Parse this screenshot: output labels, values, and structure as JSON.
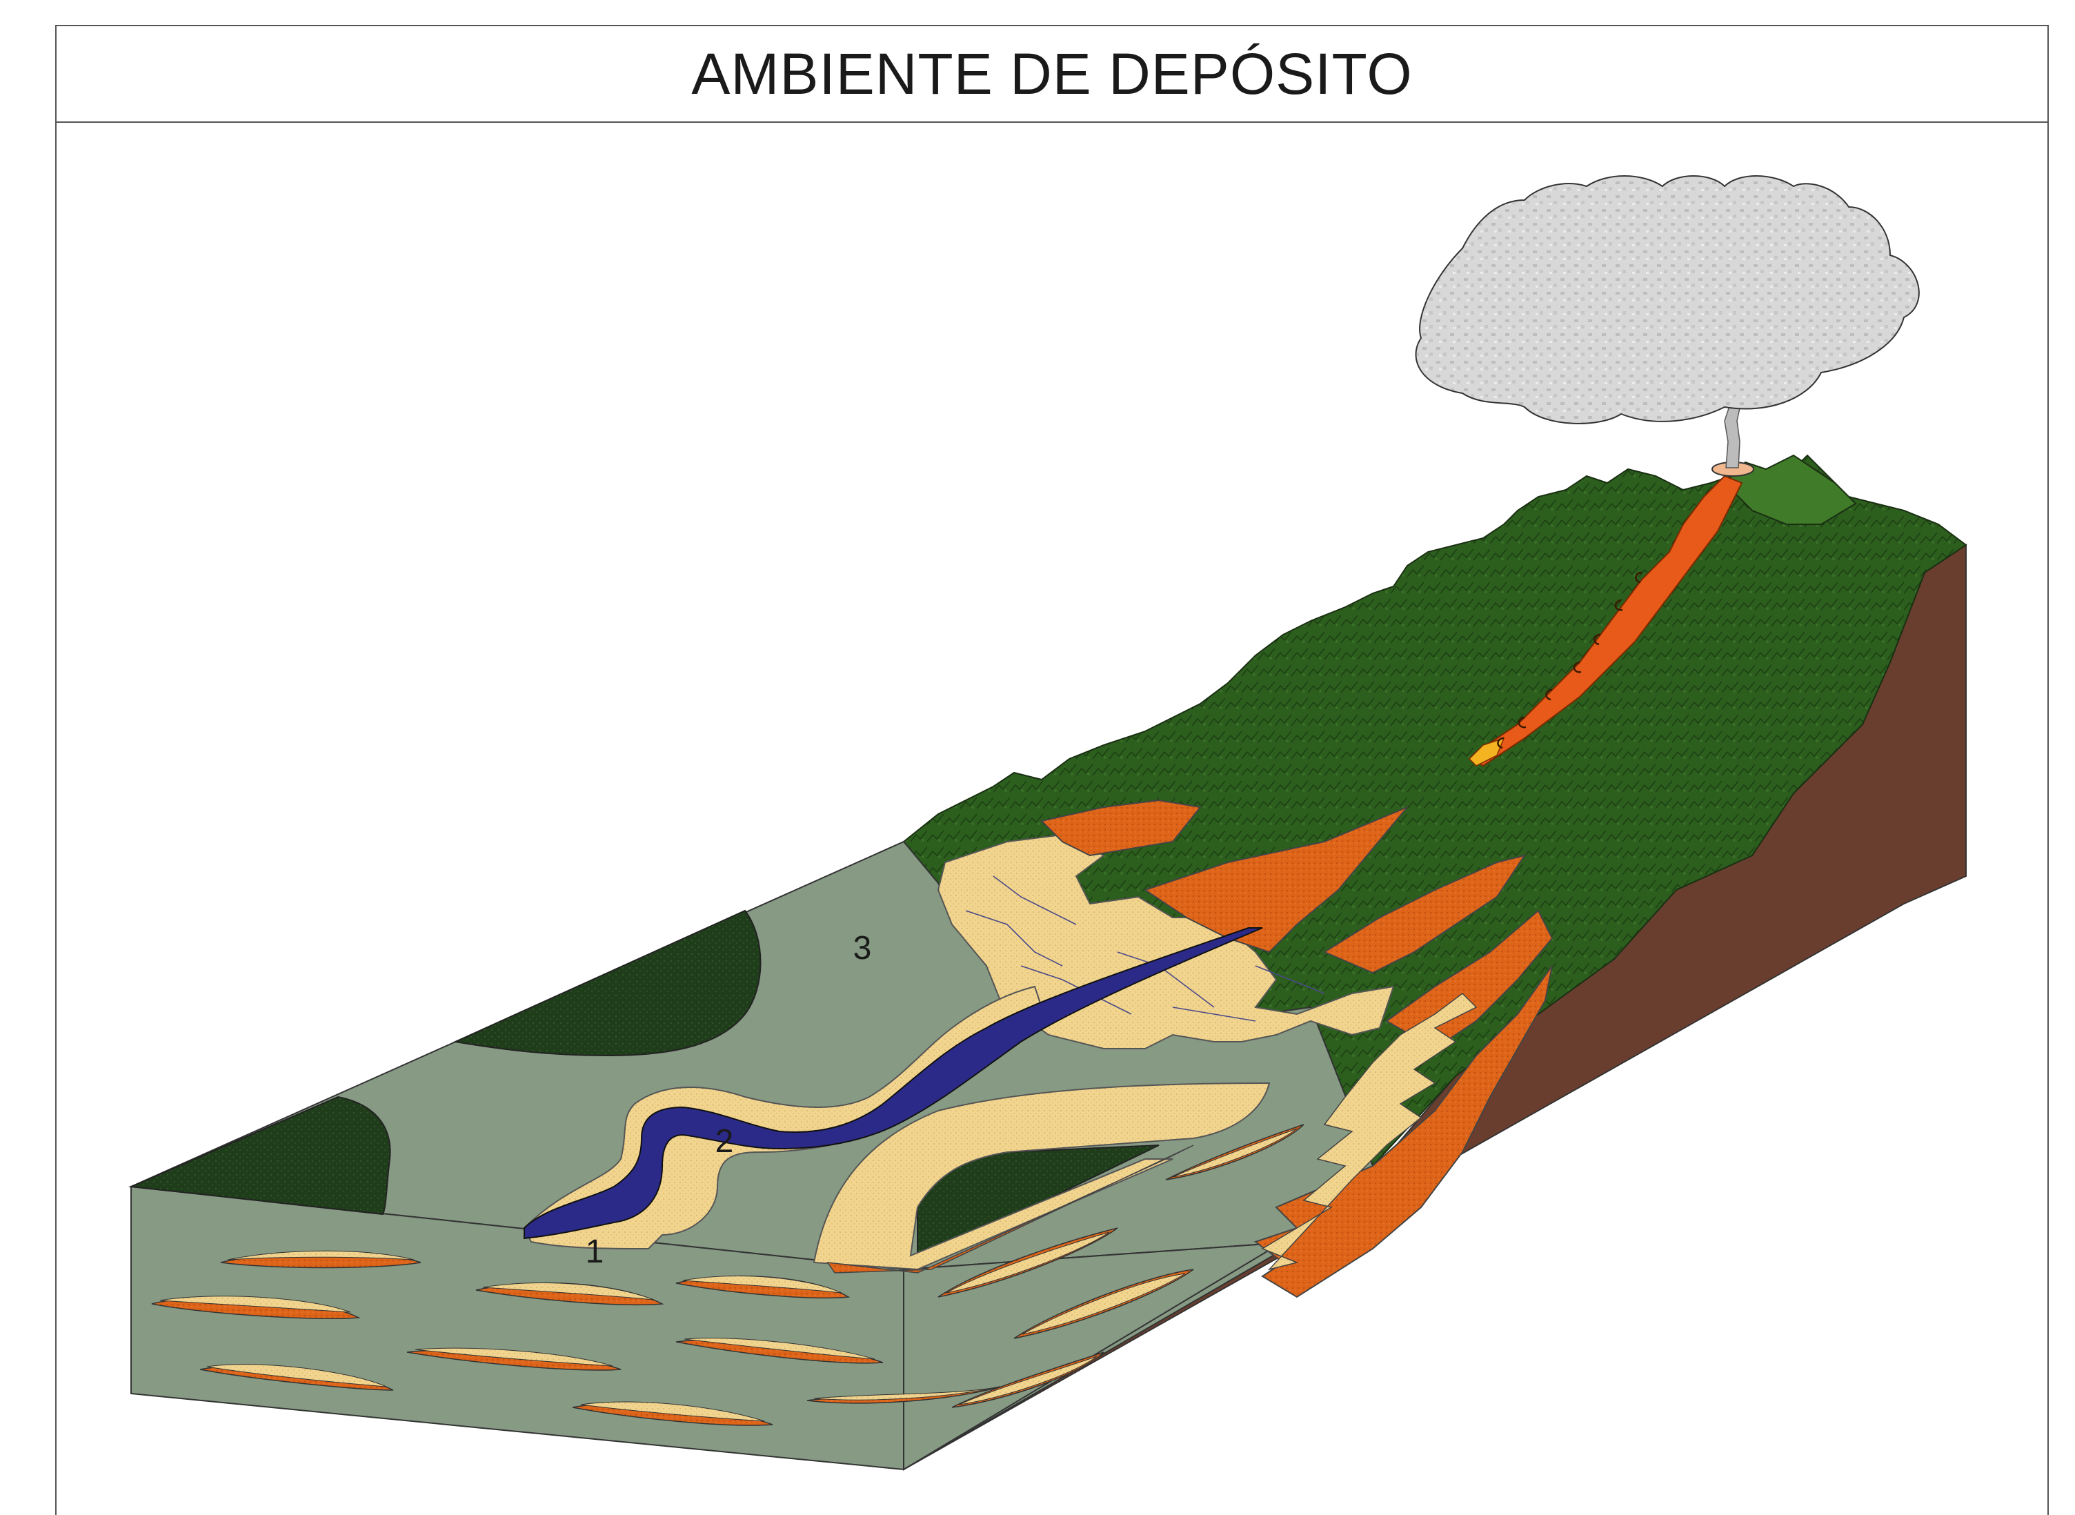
{
  "title": "AMBIENTE DE DEPÓSITO",
  "zones": [
    {
      "number": "1"
    },
    {
      "number": "2"
    },
    {
      "number": "3"
    }
  ],
  "colors": {
    "floodplain": "#869a84",
    "forest_dark": "#1f3d1a",
    "sand": "#f1d48e",
    "orange": "#dd6418",
    "river": "#2b2a88",
    "mountain": "#2a5a1d",
    "bedrock": "#6a3e2e",
    "lava": "#e85a1a",
    "cloud": "#d4d4d4"
  }
}
